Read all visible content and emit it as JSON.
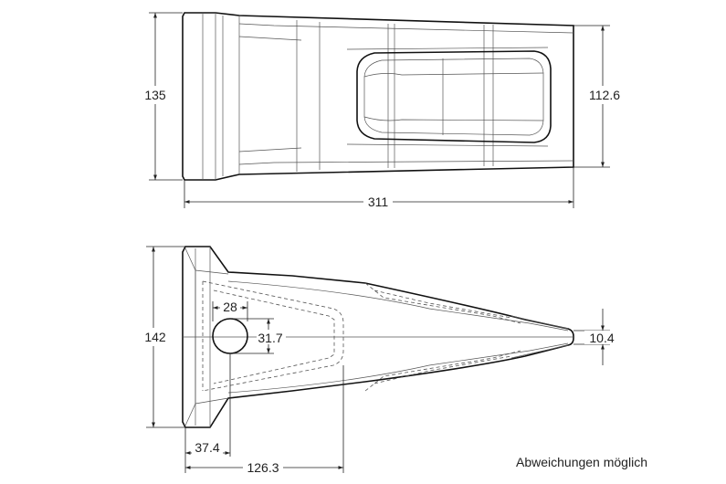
{
  "dimensions": {
    "top_height_left": "135",
    "top_height_right": "112.6",
    "top_length": "311",
    "side_height": "142",
    "hole_width": "28",
    "hole_height": "31.7",
    "tip_height": "10.4",
    "hole_offset": "37.4",
    "pocket_depth": "126.3"
  },
  "note": "Abweichungen möglich"
}
